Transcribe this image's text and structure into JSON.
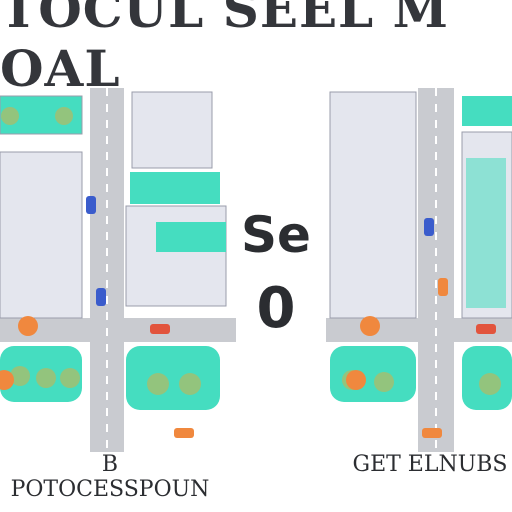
{
  "header": {
    "title": "TOCUL SEEL M OAL"
  },
  "center": {
    "line1": "Se",
    "line2": "0"
  },
  "footer": {
    "left_label": "B POTOCESSPOUN",
    "right_label": "GET ELNUBS"
  },
  "colors": {
    "road": "#c9cbd0",
    "lane": "#ffffff",
    "building": "#e4e6ee",
    "building_border": "#9a9cab",
    "park": "#45ddc0",
    "tree": "#93c47d",
    "accent_orange": "#f0883e",
    "car_blue": "#3a5ccc",
    "car_red": "#e2543d"
  }
}
